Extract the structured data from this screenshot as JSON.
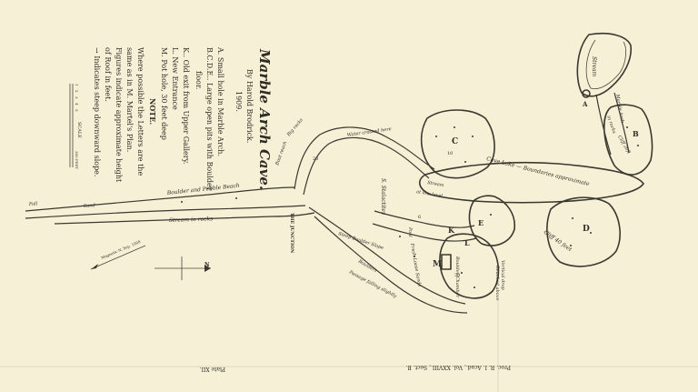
{
  "map": {
    "title": "Marble Arch Cave.",
    "author": "By Harold Brodrick.",
    "year": "1909.",
    "legend": [
      "A. Small hole in Marble Arch.",
      "B.C.D.E.. Large open pits with Boulder",
      "floor.",
      "K.. Old exit from Upper Gallery.",
      "L. New Entrance",
      "M. Pot hole, 30 feet deep"
    ],
    "note_heading": "NOTE.",
    "notes": [
      "Where possible the Letters are the",
      "same as in M. Martel's Plan.",
      "Figures indicate approximate height",
      "of Roof in feet.",
      "→ Indicates steep downward slope."
    ],
    "scale_label": "SCALE",
    "scale_ticks": [
      "1",
      "2",
      "3",
      "4",
      "5"
    ],
    "scale_unit": "300 FEET",
    "magnetic_north": "Magnetic N. Sep. 1908",
    "true_north": "N",
    "plate_caption": "Proc. R. I. Acad., Vol. XXVIII., Sect. B.",
    "plate_number": "Plate XII.",
    "labels": {
      "A": "A",
      "B": "B",
      "C": "C",
      "D": "D",
      "E": "E",
      "K": "K",
      "L": "L",
      "M": "M",
      "stream_top": "Stream",
      "marble_arch": "Marble Arch",
      "in_rocks": "in rocks",
      "cliff_top": "Cliff 20ft",
      "cliff_d": "Cliff 40 feet",
      "cave_lake": "Cave Lake — Boundaries approximate",
      "stream_low": "Stream",
      "at_low_level": "at low level",
      "water_crossed": "Water crossed here",
      "s_stalactites": "S. Stalactites",
      "pool": "Pool",
      "boulder_pebble": "Boulder and Pebble Beach",
      "stream_in_rocks": "Stream in rocks",
      "big_rocks": "Big rocks",
      "boat_reach": "Boat reach",
      "junction": "THE JUNCTION",
      "steep_boulder": "Steep Boulder Slope",
      "boulders": "Boulders",
      "fresh_loose": "Fresh Loose Sands",
      "passage_falling": "Passage falling slightly",
      "boulder_chamber": "Boulder Chamber",
      "vertical_drop": "Vertical drop",
      "reached_above": "Reached above",
      "fall": "Fall",
      "sand": "Sand",
      "six_ft": "6",
      "ten_ft": "10",
      "twenty_ft": "20",
      "thirty_ft": "30"
    }
  }
}
